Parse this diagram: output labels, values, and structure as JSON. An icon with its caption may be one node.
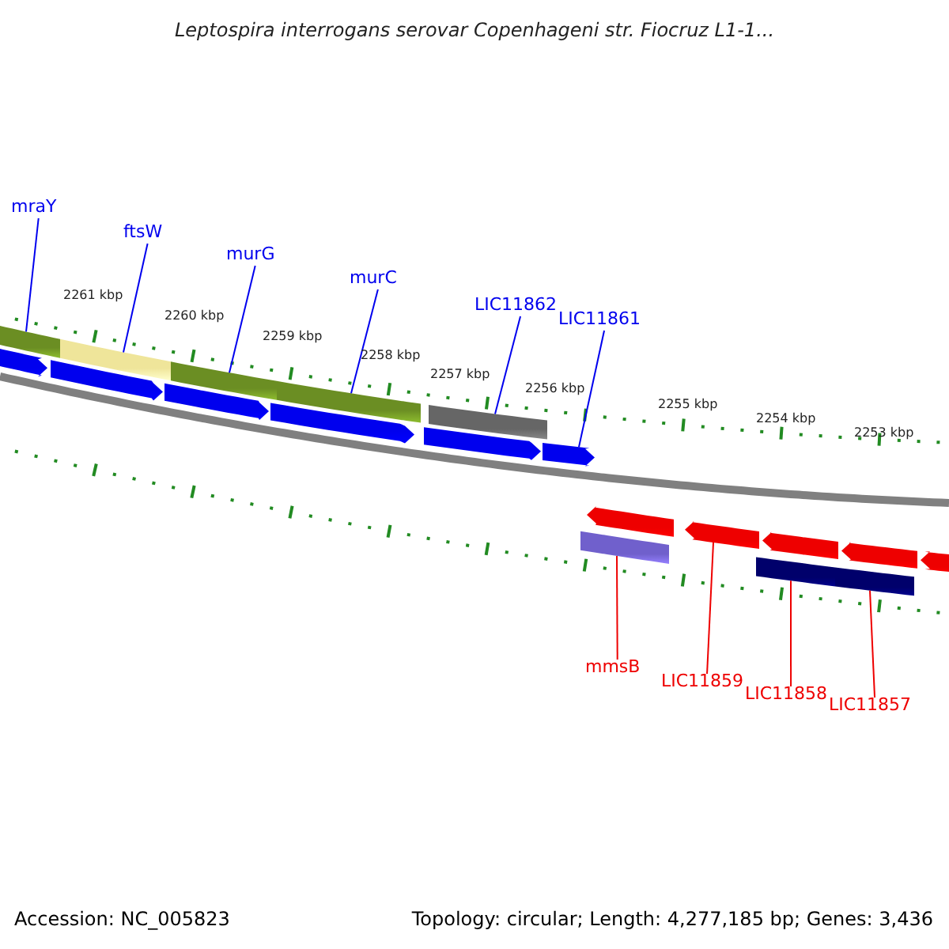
{
  "diagram": {
    "title": "Leptospira interrogans serovar Copenhageni str. Fiocruz L1-1...",
    "nodes": [
      {
        "text": [
          "mraY"
        ]
      },
      {
        "text": [
          "ftsW"
        ]
      },
      {
        "text": [
          "murG"
        ]
      },
      {
        "text": [
          "murC"
        ]
      },
      {
        "text": [
          "LIC11862"
        ]
      },
      {
        "text": [
          "LIC11861"
        ]
      },
      {
        "text": [
          "mmsB"
        ]
      },
      {
        "text": [
          "LIC11859"
        ]
      },
      {
        "text": [
          "LIC11858"
        ]
      },
      {
        "text": [
          "LIC11857"
        ]
      },
      {
        "text": [],
        "shape": "bar"
      },
      {
        "text": [],
        "shape": "bar"
      },
      {
        "text": [],
        "shape": "bar"
      },
      {
        "text": [],
        "shape": "bar"
      },
      {
        "text": [],
        "shape": "bar"
      },
      {
        "text": [],
        "shape": "pentagon"
      },
      {
        "text": [],
        "shape": "pentagon"
      },
      {
        "text": [],
        "shape": "pentagon"
      },
      {
        "text": [],
        "shape": "pentagon"
      },
      {
        "text": [],
        "shape": "pentagon"
      },
      {
        "text": [],
        "shape": "pentagon"
      },
      {
        "text": [],
        "shape": "pentagon"
      },
      {
        "text": [],
        "shape": "pentagon"
      },
      {
        "text": [],
        "shape": "pentagon"
      },
      {
        "text": [],
        "shape": "pentagon"
      },
      {
        "text": [],
        "shape": "pentagon"
      },
      {
        "text": [],
        "shape": "bar"
      },
      {
        "text": [],
        "shape": "bar"
      },
      {
        "text": [],
        "shape": "bar"
      }
    ],
    "edges": [
      {
        "from": 0,
        "to": 10,
        "arrow": "none"
      },
      {
        "from": 1,
        "to": 11,
        "arrow": "none"
      },
      {
        "from": 2,
        "to": 12,
        "arrow": "none"
      },
      {
        "from": 3,
        "to": 13,
        "arrow": "none"
      },
      {
        "from": 4,
        "to": 14,
        "arrow": "none"
      },
      {
        "from": 5,
        "to": 20,
        "arrow": "none"
      },
      {
        "from": 6,
        "to": 26,
        "arrow": "none",
        "color": "#ee0000"
      },
      {
        "from": 7,
        "to": 22,
        "arrow": "none",
        "color": "#ee0000"
      },
      {
        "from": 8,
        "to": 27,
        "arrow": "none",
        "color": "#ee0000"
      },
      {
        "from": 9,
        "to": 28,
        "arrow": "none",
        "color": "#ee0000"
      }
    ],
    "labels": [
      "2261 kbp",
      "2260 kbp",
      "2259 kbp",
      "2258 kbp",
      "2257 kbp",
      "2256 kbp",
      "2255 kbp",
      "2254 kbp",
      "2253 kbp",
      "Accession: NC_005823",
      "Topology: circular; Length: 4,277,185 bp; Genes: 3,436"
    ]
  }
}
